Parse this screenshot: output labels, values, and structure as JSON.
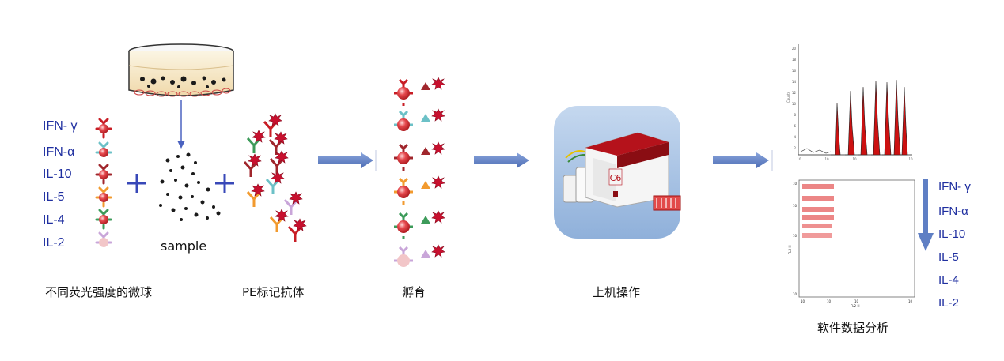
{
  "cytokines_left": [
    "IFN- γ",
    "IFN-α",
    "IL-10",
    "IL-5",
    "IL-4",
    "IL-2"
  ],
  "cytokines_right": [
    "IFN- γ",
    "IFN-α",
    "IL-10",
    "IL-5",
    "IL-4",
    "IL-2"
  ],
  "sample_label": "sample",
  "captions": {
    "beads": "不同荧光强度的微球",
    "antibody": "PE标记抗体",
    "incubate": "孵育",
    "instrument": "上机操作",
    "analysis": "软件数据分析"
  },
  "instrument_logo": "C6",
  "histogram_axis": {
    "ylabel": "Counts",
    "yticks": [
      "20",
      "18",
      "16",
      "14",
      "12",
      "10",
      "8",
      "6",
      "4",
      "2"
    ],
    "xticks": [
      "10",
      "10",
      "10",
      "10"
    ]
  },
  "dot_plot_axis": {
    "xlabel": "FL2-H",
    "ylabel": "FL3-H",
    "xticks": [
      "10",
      "10",
      "10",
      "10"
    ],
    "yticks": [
      "10",
      "10",
      "10",
      "10"
    ]
  },
  "colors": {
    "label_blue": "#1f2fa0",
    "arrow_blue": "#5f7fc4",
    "bead_red": "#d3262c",
    "pe_red": "#c8102e",
    "instrument_bg": "#a9c3e4"
  }
}
